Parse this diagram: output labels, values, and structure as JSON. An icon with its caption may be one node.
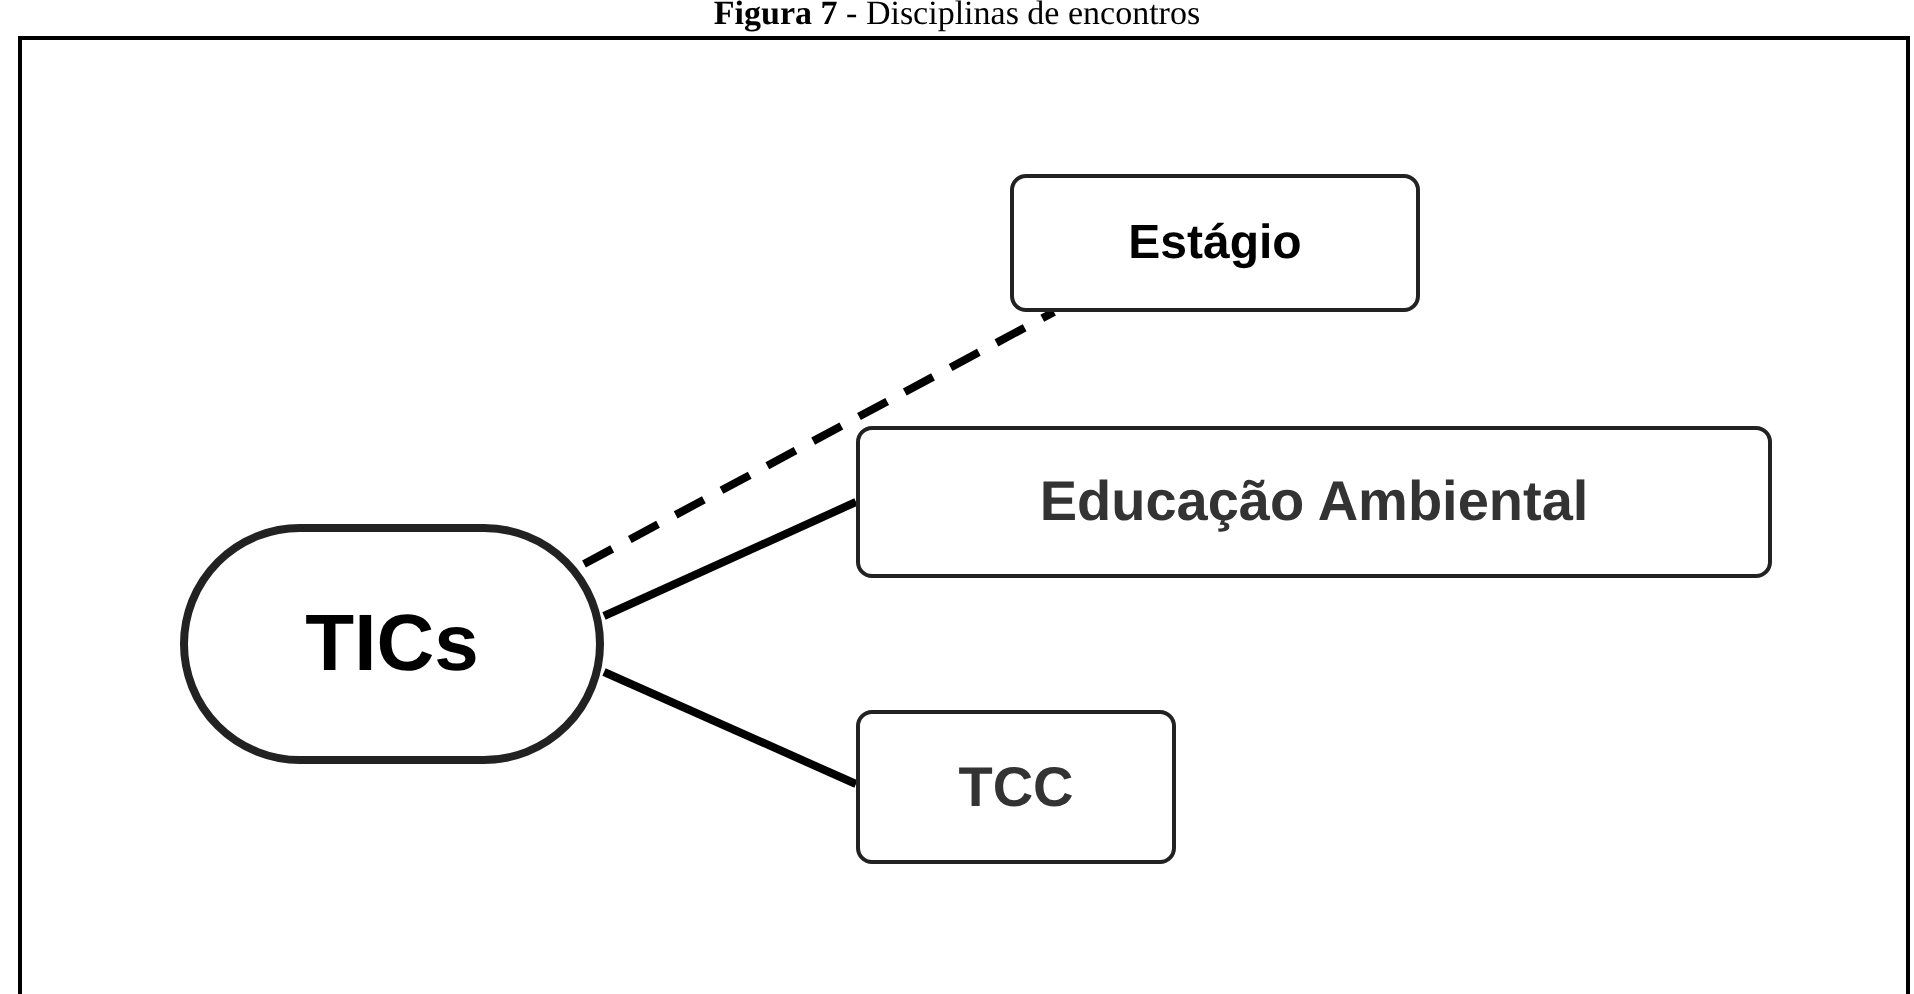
{
  "diagram": {
    "title": "**Figura 7** - Disciplinas de encontros",
    "nodes": [
      {
        "text": [
          "TICs"
        ]
      },
      {
        "text": [
          "Estágio"
        ]
      },
      {
        "text": [
          "Educação Ambiental"
        ]
      },
      {
        "text": [
          "TCC"
        ]
      }
    ],
    "edges": [
      {
        "from": 0,
        "to": 1,
        "arrow": "none",
        "style": "dashed"
      },
      {
        "from": 0,
        "to": 2,
        "arrow": "none"
      },
      {
        "from": 0,
        "to": 3,
        "arrow": "none"
      }
    ]
  }
}
